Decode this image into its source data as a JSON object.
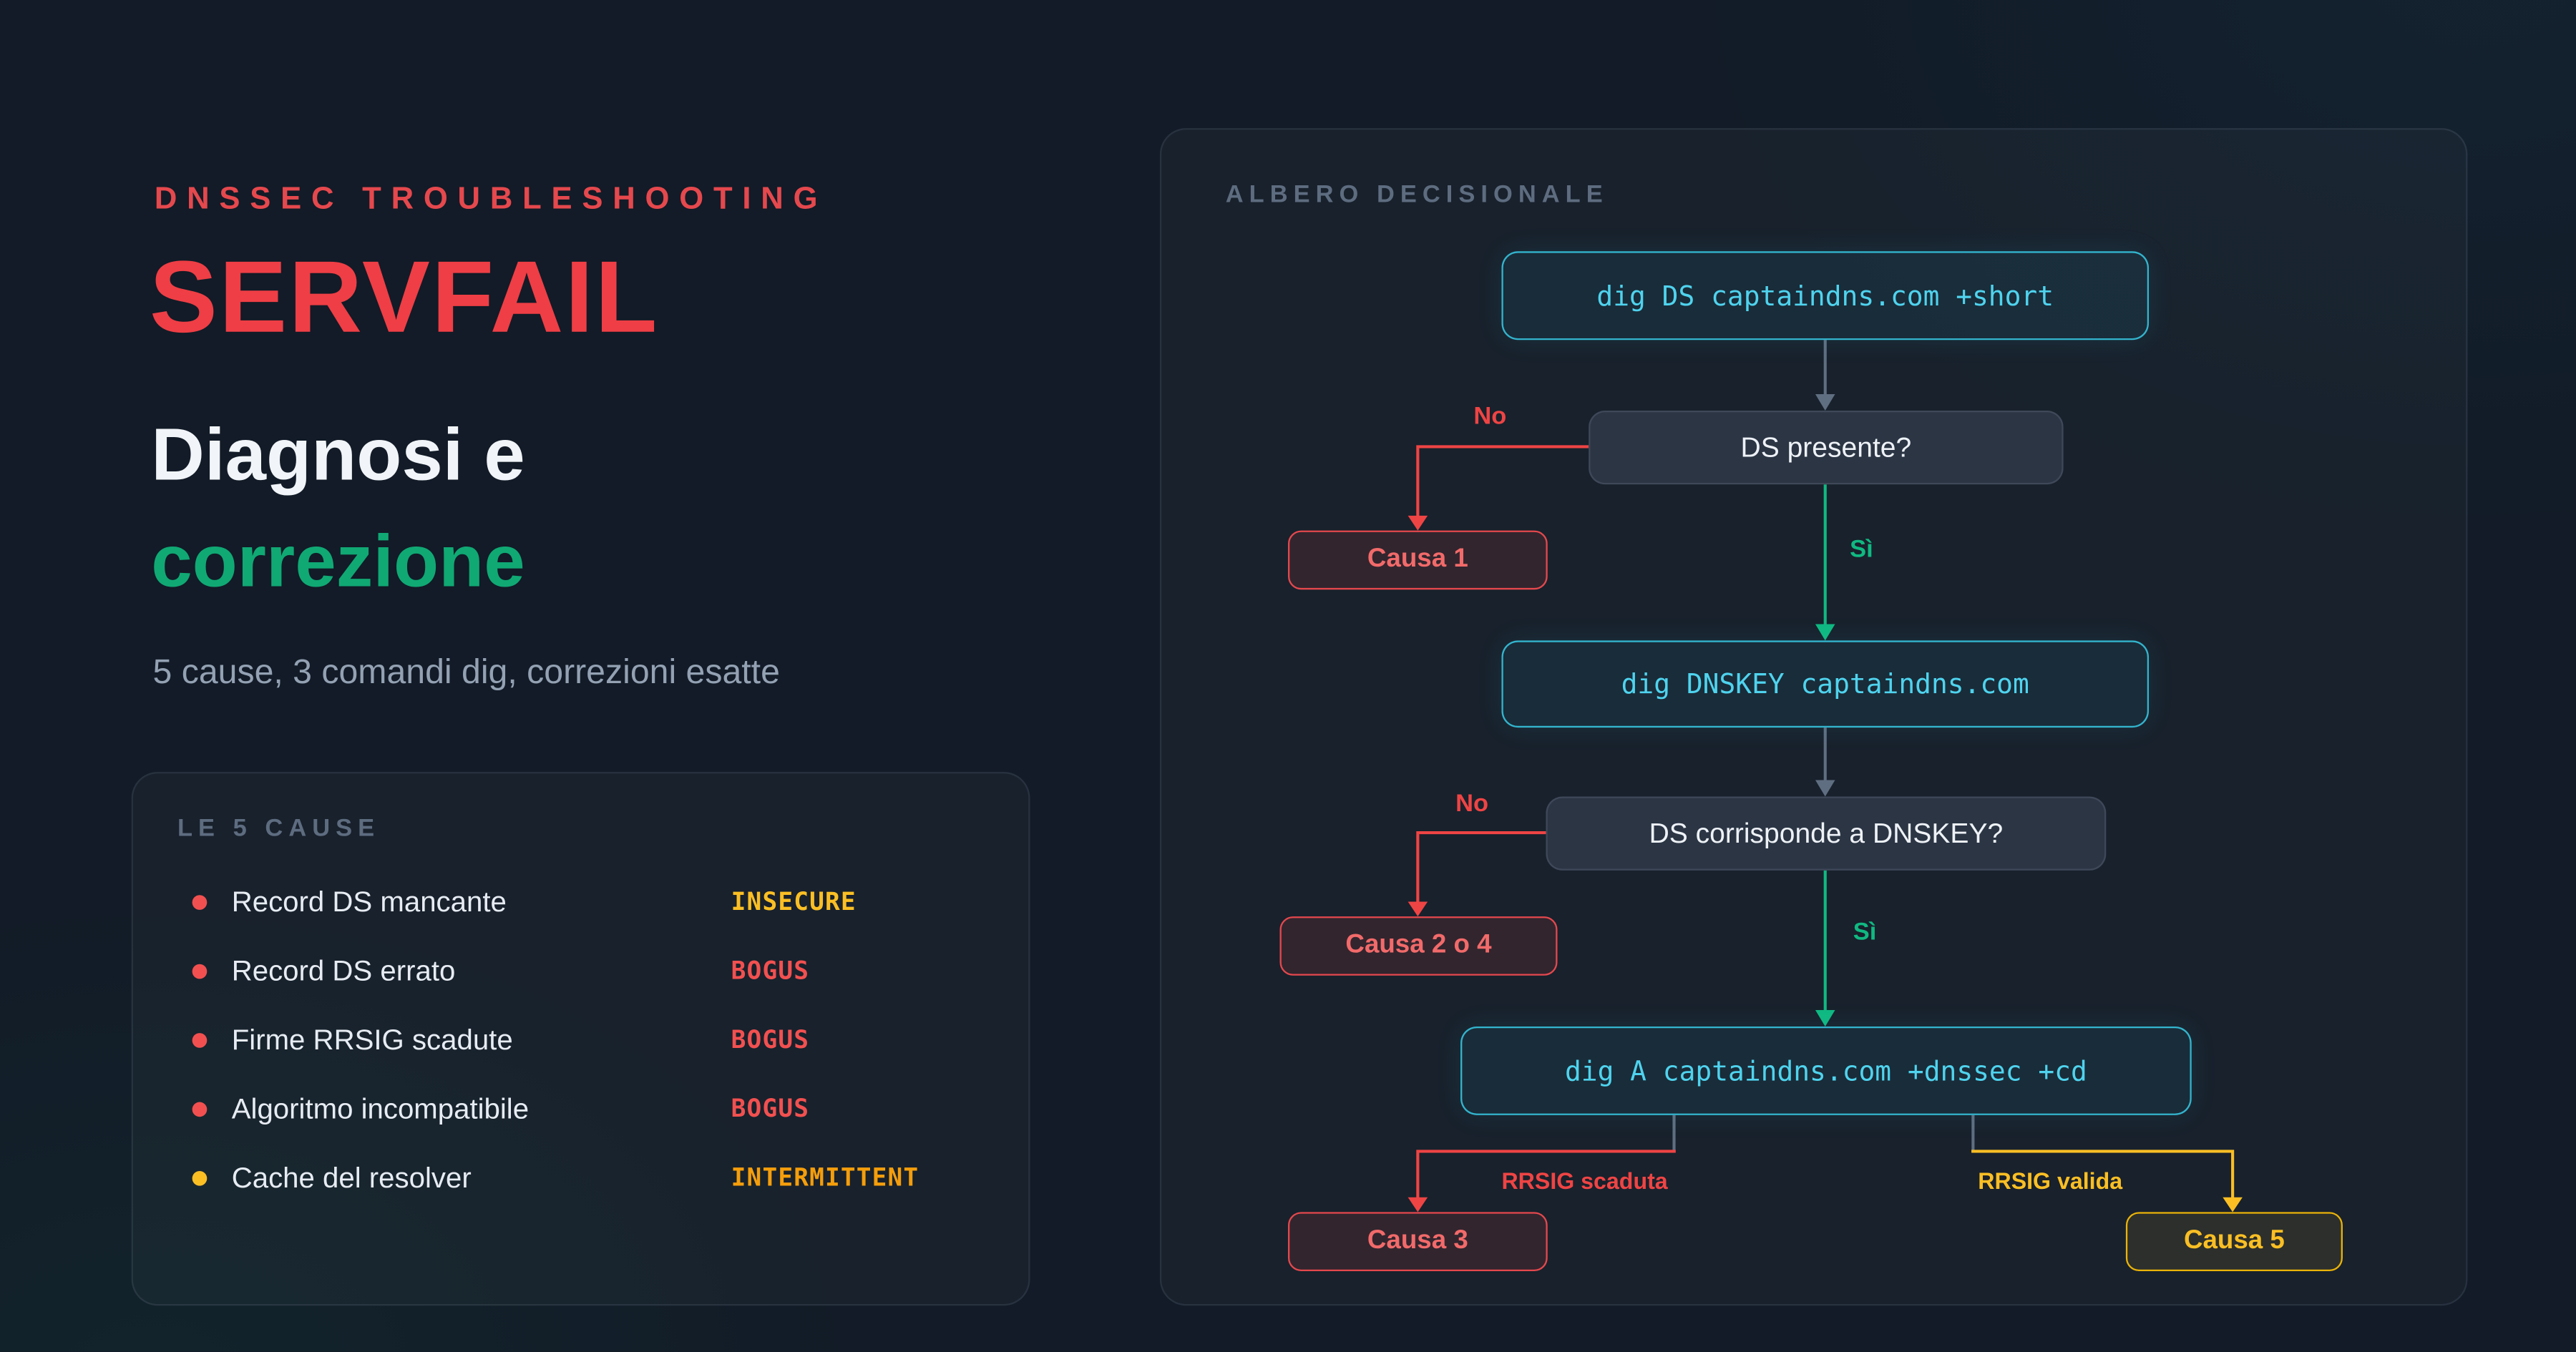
{
  "colors": {
    "background": "#121b27",
    "red": "#ef4444",
    "green": "#10b981",
    "cyan": "#38cde8",
    "amber": "#fbbf24",
    "orange": "#f59e0b"
  },
  "hero": {
    "kicker": "DNSSEC TROUBLESHOOTING",
    "title": "SERVFAIL",
    "heading_line1": "Diagnosi e",
    "heading_line2": "correzione",
    "description": "5 cause, 3 comandi dig, correzioni esatte"
  },
  "causes": {
    "header": "LE 5 CAUSE",
    "items": [
      {
        "label": "Record DS mancante",
        "status": "INSECURE"
      },
      {
        "label": "Record DS errato",
        "status": "BOGUS"
      },
      {
        "label": "Firme RRSIG scadute",
        "status": "BOGUS"
      },
      {
        "label": "Algoritmo incompatibile",
        "status": "BOGUS"
      },
      {
        "label": "Cache del resolver",
        "status": "INTERMITTENT"
      }
    ]
  },
  "tree": {
    "header": "ALBERO DECISIONALE",
    "command1": "dig DS captaindns.com +short",
    "question1": "DS presente?",
    "cause1": "Causa 1",
    "label_no1": "No",
    "label_yes1": "Sì",
    "command2": "dig DNSKEY captaindns.com",
    "question2": "DS corrisponde a DNSKEY?",
    "cause24": "Causa 2 o 4",
    "label_no2": "No",
    "label_yes2": "Sì",
    "command3": "dig A captaindns.com +dnssec +cd",
    "label_rrsig_expired": "RRSIG scaduta",
    "label_rrsig_valid": "RRSIG valida",
    "cause3": "Causa 3",
    "cause5": "Causa 5"
  }
}
